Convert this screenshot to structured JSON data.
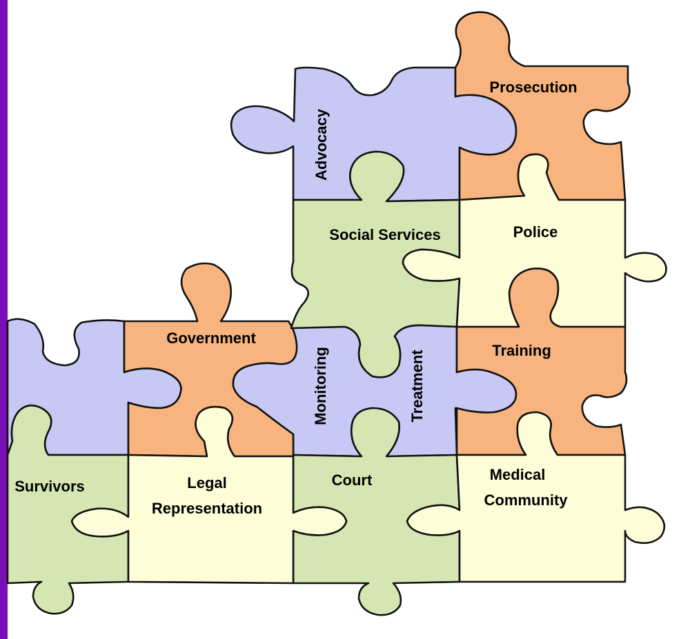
{
  "colors": {
    "orange": "#f8b47e",
    "purple": "#c8c8f4",
    "green": "#d6e6b2",
    "yellow": "#fdfdd8",
    "accent_bar": "#7a0fb8"
  },
  "pieces": {
    "prosecution": "Prosecution",
    "advocacy": "Advocacy",
    "social_services": "Social Services",
    "police": "Police",
    "government": "Government",
    "monitoring": "Monitoring",
    "treatment": "Treatment",
    "training": "Training",
    "survivors": "Survivors",
    "legal_1": "Legal",
    "legal_2": "Representation",
    "court": "Court",
    "medical_1": "Medical",
    "medical_2": "Community"
  }
}
